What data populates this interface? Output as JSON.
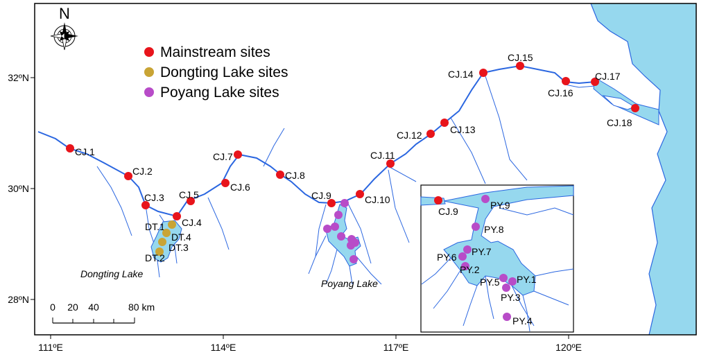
{
  "compass_label": "N",
  "legend": [
    {
      "label": "Mainstream sites",
      "color": "#e8141b"
    },
    {
      "label": "Dongting Lake sites",
      "color": "#c9a435"
    },
    {
      "label": "Poyang Lake sites",
      "color": "#b84cc8"
    }
  ],
  "colors": {
    "sea": "#96d8ee",
    "water": "#96d8ee",
    "river": "#2a66e0",
    "mainstream": "#e8141b",
    "dongting": "#c9a435",
    "poyang": "#b84cc8"
  },
  "x_ticks": [
    "111ºE",
    "114ºE",
    "117ºE",
    "120ºE"
  ],
  "y_ticks": [
    "32ºN",
    "30ºN",
    "28ºN"
  ],
  "scale_bar": {
    "labels": [
      "0",
      "20",
      "40",
      "80 km"
    ]
  },
  "lake_labels": [
    "Dongting Lake",
    "Poyang Lake"
  ],
  "mainstream_sites": [
    "CJ.1",
    "CJ.2",
    "CJ.3",
    "CJ.4",
    "CJ.5",
    "CJ.6",
    "CJ.7",
    "CJ.8",
    "CJ.9",
    "CJ.10",
    "CJ.11",
    "CJ.12",
    "CJ.13",
    "CJ.14",
    "CJ.15",
    "CJ.16",
    "CJ.17",
    "CJ.18"
  ],
  "dongting_sites": [
    "DT.1",
    "DT.2",
    "DT.3",
    "DT.4"
  ],
  "inset_sites": {
    "mainstream": [
      "CJ.9"
    ],
    "poyang": [
      "PY.1",
      "PY.2",
      "PY.3",
      "PY.4",
      "PY.5",
      "PY.6",
      "PY.7",
      "PY.8",
      "PY.9"
    ]
  }
}
